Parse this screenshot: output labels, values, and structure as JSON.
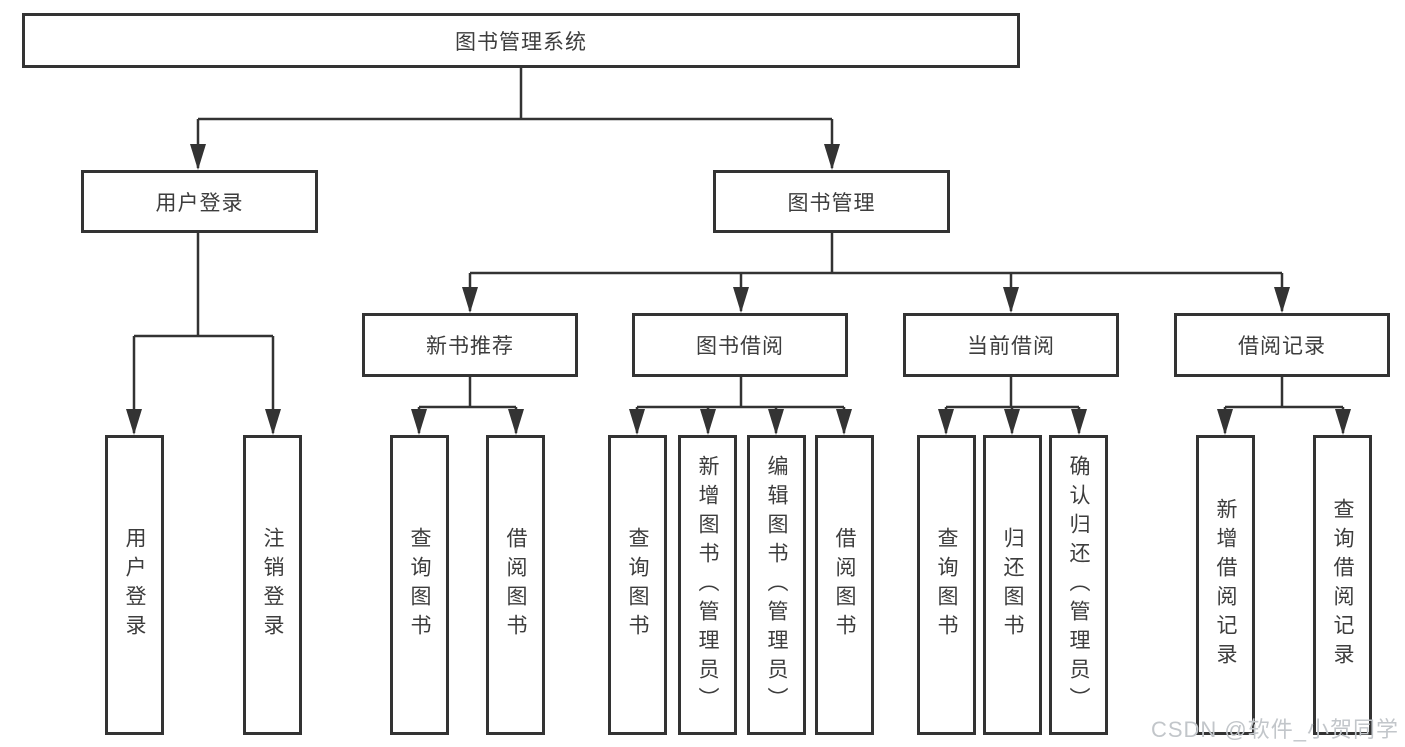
{
  "diagram_title": "图书管理系统",
  "tree": {
    "root": {
      "label": "图书管理系统"
    },
    "branches": [
      {
        "label": "用户登录",
        "children": [
          {
            "label": "用户登录"
          },
          {
            "label": "注销登录"
          }
        ]
      },
      {
        "label": "图书管理",
        "children": [
          {
            "label": "新书推荐",
            "children": [
              {
                "label": "查询图书"
              },
              {
                "label": "借阅图书"
              }
            ]
          },
          {
            "label": "图书借阅",
            "children": [
              {
                "label": "查询图书"
              },
              {
                "label": "新增图书（管理员）"
              },
              {
                "label": "编辑图书（管理员）"
              },
              {
                "label": "借阅图书"
              }
            ]
          },
          {
            "label": "当前借阅",
            "children": [
              {
                "label": "查询图书"
              },
              {
                "label": "归还图书"
              },
              {
                "label": "确认归还（管理员）"
              }
            ]
          },
          {
            "label": "借阅记录",
            "children": [
              {
                "label": "新增借阅记录"
              },
              {
                "label": "查询借阅记录"
              }
            ]
          }
        ]
      }
    ]
  },
  "watermark": "CSDN @软件_小贺同学",
  "colors": {
    "line": "#333333",
    "box_border": "#333333",
    "box_fill": "#ffffff",
    "text": "#3d3d3d",
    "background": "#ffffff",
    "watermark_text": "#c2c6ca"
  }
}
